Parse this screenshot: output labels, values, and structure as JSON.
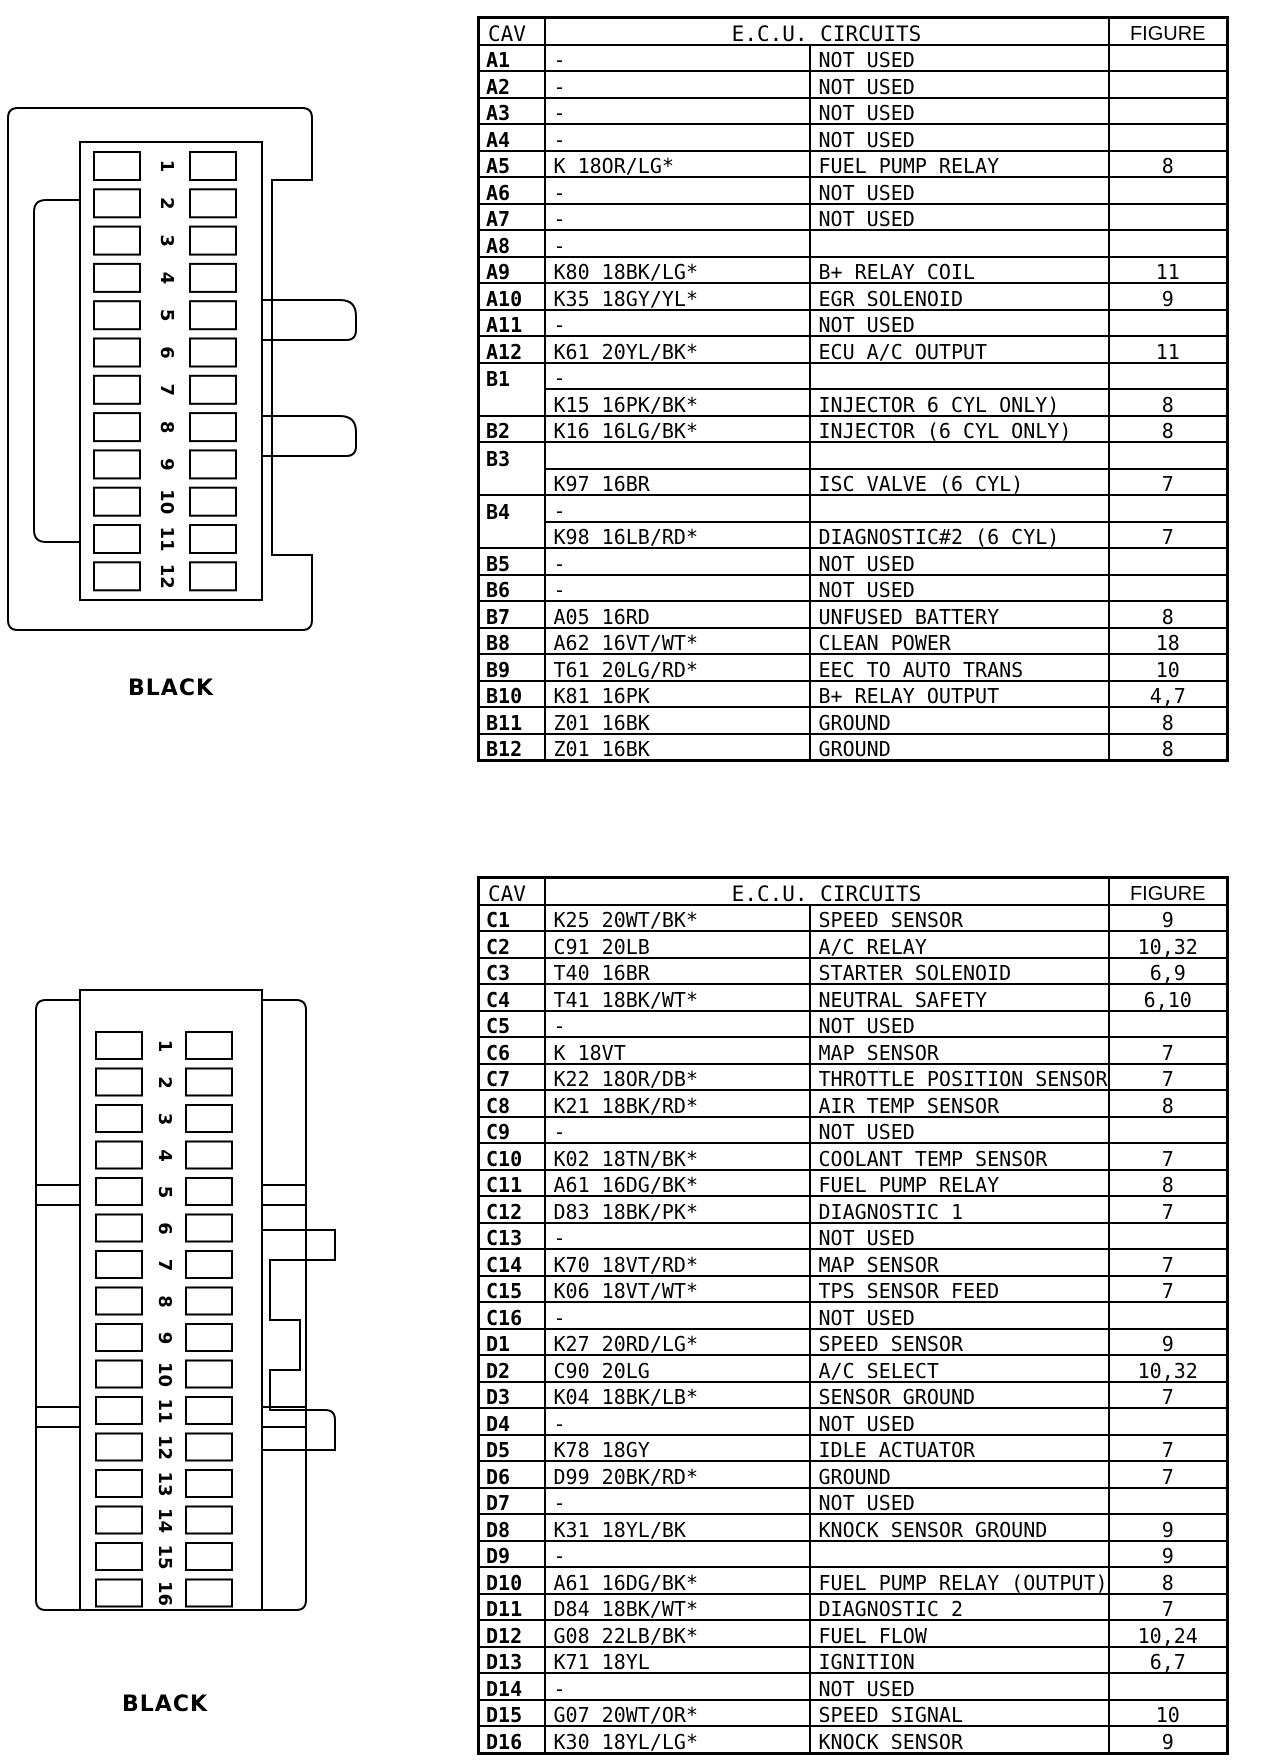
{
  "connector_top": {
    "label": "BLACK",
    "pin_numbers": [
      "1",
      "2",
      "3",
      "4",
      "5",
      "6",
      "7",
      "8",
      "9",
      "10",
      "11",
      "12"
    ]
  },
  "connector_bottom": {
    "label": "BLACK",
    "pin_numbers": [
      "1",
      "2",
      "3",
      "4",
      "5",
      "6",
      "7",
      "8",
      "9",
      "10",
      "11",
      "12",
      "13",
      "14",
      "15",
      "16"
    ]
  },
  "table_top": {
    "headers": {
      "cav": "CAV",
      "circuits": "E.C.U. CIRCUITS",
      "figure": "FIGURE"
    },
    "rows": [
      {
        "cav": "A1",
        "wire": "-",
        "function": "NOT USED",
        "figure": ""
      },
      {
        "cav": "A2",
        "wire": "-",
        "function": "NOT USED",
        "figure": ""
      },
      {
        "cav": "A3",
        "wire": "-",
        "function": "NOT USED",
        "figure": ""
      },
      {
        "cav": "A4",
        "wire": "-",
        "function": "NOT USED",
        "figure": ""
      },
      {
        "cav": "A5",
        "wire": "K 18OR/LG*",
        "function": "FUEL PUMP RELAY",
        "figure": "8"
      },
      {
        "cav": "A6",
        "wire": "-",
        "function": "NOT USED",
        "figure": ""
      },
      {
        "cav": "A7",
        "wire": "-",
        "function": "NOT USED",
        "figure": ""
      },
      {
        "cav": "A8",
        "wire": "-",
        "function": "",
        "figure": ""
      },
      {
        "cav": "A9",
        "wire": "K80 18BK/LG*",
        "function": "B+ RELAY COIL",
        "figure": "11"
      },
      {
        "cav": "A10",
        "wire": "K35 18GY/YL*",
        "function": "EGR SOLENOID",
        "figure": "9"
      },
      {
        "cav": "A11",
        "wire": "-",
        "function": "NOT USED",
        "figure": ""
      },
      {
        "cav": "A12",
        "wire": "K61 20YL/BK*",
        "function": "ECU A/C OUTPUT",
        "figure": "11"
      },
      {
        "cav": "B1",
        "wire": "-",
        "function": "",
        "figure": ""
      },
      {
        "cav": "",
        "wire": "K15 16PK/BK*",
        "function": "INJECTOR 6 CYL ONLY)",
        "figure": "8"
      },
      {
        "cav": "B2",
        "wire": "K16 16LG/BK*",
        "function": "INJECTOR (6 CYL ONLY)",
        "figure": "8"
      },
      {
        "cav": "B3",
        "wire": "",
        "function": "",
        "figure": ""
      },
      {
        "cav": "",
        "wire": "K97 16BR",
        "function": "ISC VALVE (6 CYL)",
        "figure": "7"
      },
      {
        "cav": "B4",
        "wire": "-",
        "function": "",
        "figure": ""
      },
      {
        "cav": "",
        "wire": "K98 16LB/RD*",
        "function": "DIAGNOSTIC#2 (6 CYL)",
        "figure": "7"
      },
      {
        "cav": "B5",
        "wire": "-",
        "function": "NOT USED",
        "figure": ""
      },
      {
        "cav": "B6",
        "wire": "-",
        "function": "NOT USED",
        "figure": ""
      },
      {
        "cav": "B7",
        "wire": "A05 16RD",
        "function": "UNFUSED BATTERY",
        "figure": "8"
      },
      {
        "cav": "B8",
        "wire": "A62 16VT/WT*",
        "function": "CLEAN POWER",
        "figure": "18"
      },
      {
        "cav": "B9",
        "wire": "T61 20LG/RD*",
        "function": "EEC TO AUTO TRANS",
        "figure": "10"
      },
      {
        "cav": "B10",
        "wire": "K81 16PK",
        "function": "B+ RELAY OUTPUT",
        "figure": "4,7"
      },
      {
        "cav": "B11",
        "wire": "Z01 16BK",
        "function": "GROUND",
        "figure": "8"
      },
      {
        "cav": "B12",
        "wire": "Z01 16BK",
        "function": "GROUND",
        "figure": "8"
      }
    ]
  },
  "table_bottom": {
    "headers": {
      "cav": "CAV",
      "circuits": "E.C.U. CIRCUITS",
      "figure": "FIGURE"
    },
    "rows": [
      {
        "cav": "C1",
        "wire": "K25 20WT/BK*",
        "function": "SPEED SENSOR",
        "figure": "9"
      },
      {
        "cav": "C2",
        "wire": "C91 20LB",
        "function": "A/C RELAY",
        "figure": "10,32"
      },
      {
        "cav": "C3",
        "wire": "T40 16BR",
        "function": "STARTER SOLENOID",
        "figure": "6,9"
      },
      {
        "cav": "C4",
        "wire": "T41 18BK/WT*",
        "function": "NEUTRAL SAFETY",
        "figure": "6,10"
      },
      {
        "cav": "C5",
        "wire": "-",
        "function": "NOT USED",
        "figure": ""
      },
      {
        "cav": "C6",
        "wire": "K 18VT",
        "function": "MAP SENSOR",
        "figure": "7"
      },
      {
        "cav": "C7",
        "wire": "K22 18OR/DB*",
        "function": "THROTTLE POSITION SENSOR",
        "figure": "7"
      },
      {
        "cav": "C8",
        "wire": "K21 18BK/RD*",
        "function": "AIR TEMP SENSOR",
        "figure": "8"
      },
      {
        "cav": "C9",
        "wire": "-",
        "function": "NOT USED",
        "figure": ""
      },
      {
        "cav": "C10",
        "wire": "K02 18TN/BK*",
        "function": "COOLANT TEMP SENSOR",
        "figure": "7"
      },
      {
        "cav": "C11",
        "wire": "A61 16DG/BK*",
        "function": "FUEL PUMP RELAY",
        "figure": "8"
      },
      {
        "cav": "C12",
        "wire": "D83 18BK/PK*",
        "function": "DIAGNOSTIC 1",
        "figure": "7"
      },
      {
        "cav": "C13",
        "wire": "-",
        "function": "NOT USED",
        "figure": ""
      },
      {
        "cav": "C14",
        "wire": "K70 18VT/RD*",
        "function": "MAP SENSOR",
        "figure": "7"
      },
      {
        "cav": "C15",
        "wire": "K06 18VT/WT*",
        "function": "TPS SENSOR FEED",
        "figure": "7"
      },
      {
        "cav": "C16",
        "wire": "-",
        "function": "NOT USED",
        "figure": ""
      },
      {
        "cav": "D1",
        "wire": "K27 20RD/LG*",
        "function": "SPEED SENSOR",
        "figure": "9"
      },
      {
        "cav": "D2",
        "wire": "C90 20LG",
        "function": "A/C SELECT",
        "figure": "10,32"
      },
      {
        "cav": "D3",
        "wire": "K04 18BK/LB*",
        "function": "SENSOR GROUND",
        "figure": "7"
      },
      {
        "cav": "D4",
        "wire": "-",
        "function": "NOT USED",
        "figure": ""
      },
      {
        "cav": "D5",
        "wire": "K78 18GY",
        "function": "IDLE ACTUATOR",
        "figure": "7"
      },
      {
        "cav": "D6",
        "wire": "D99 20BK/RD*",
        "function": "GROUND",
        "figure": "7"
      },
      {
        "cav": "D7",
        "wire": "-",
        "function": "NOT USED",
        "figure": ""
      },
      {
        "cav": "D8",
        "wire": "K31 18YL/BK",
        "function": "KNOCK SENSOR GROUND",
        "figure": "9"
      },
      {
        "cav": "D9",
        "wire": "-",
        "function": "",
        "figure": "9"
      },
      {
        "cav": "D10",
        "wire": "A61 16DG/BK*",
        "function": "FUEL PUMP RELAY (OUTPUT)",
        "figure": "8"
      },
      {
        "cav": "D11",
        "wire": "D84 18BK/WT*",
        "function": "DIAGNOSTIC 2",
        "figure": "7"
      },
      {
        "cav": "D12",
        "wire": "G08 22LB/BK*",
        "function": "FUEL FLOW",
        "figure": "10,24"
      },
      {
        "cav": "D13",
        "wire": "K71 18YL",
        "function": "IGNITION",
        "figure": "6,7"
      },
      {
        "cav": "D14",
        "wire": "-",
        "function": "NOT USED",
        "figure": ""
      },
      {
        "cav": "D15",
        "wire": "G07 20WT/OR*",
        "function": "SPEED SIGNAL",
        "figure": "10"
      },
      {
        "cav": "D16",
        "wire": "K30 18YL/LG*",
        "function": "KNOCK SENSOR",
        "figure": "9"
      }
    ]
  }
}
